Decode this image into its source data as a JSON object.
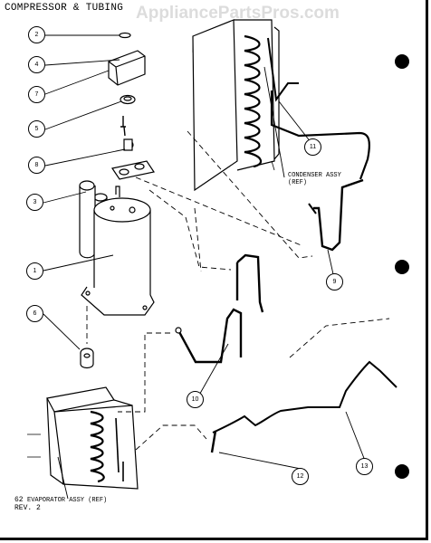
{
  "header": {
    "title": "COMPRESSOR & TUBING",
    "watermark": "AppliancePartsPros.com"
  },
  "labels": {
    "condenser": "CONDENSER ASSY\n(REF)",
    "evaporator": "EVAPORATOR ASSY (REF)"
  },
  "callouts": [
    "2",
    "4",
    "7",
    "5",
    "8",
    "3",
    "1",
    "6",
    "11",
    "9",
    "10",
    "12",
    "13"
  ],
  "footer": {
    "page": "62",
    "revision": "REV. 2"
  }
}
